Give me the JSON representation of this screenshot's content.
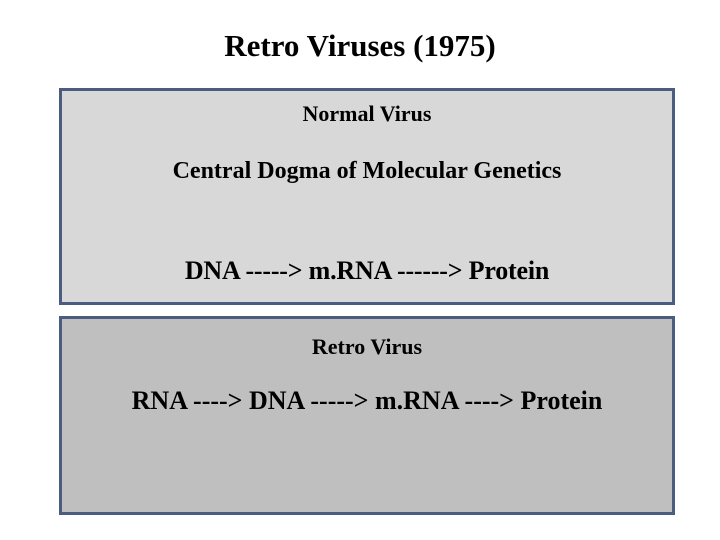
{
  "slide": {
    "title": "Retro Viruses (1975)",
    "background_color": "#ffffff",
    "text_color": "#000000"
  },
  "panels": [
    {
      "name": "normal-virus-panel",
      "heading": "Normal Virus",
      "subheading": "Central Dogma of Molecular Genetics",
      "pathway": "DNA ----->  m.RNA ------> Protein",
      "fill_color": "#d8d8d8",
      "border_color": "#4a5d7e"
    },
    {
      "name": "retro-virus-panel",
      "heading": "Retro Virus",
      "pathway": "RNA ----> DNA -----> m.RNA ----> Protein",
      "fill_color": "#bfbfbf",
      "border_color": "#4a5d7e"
    }
  ]
}
